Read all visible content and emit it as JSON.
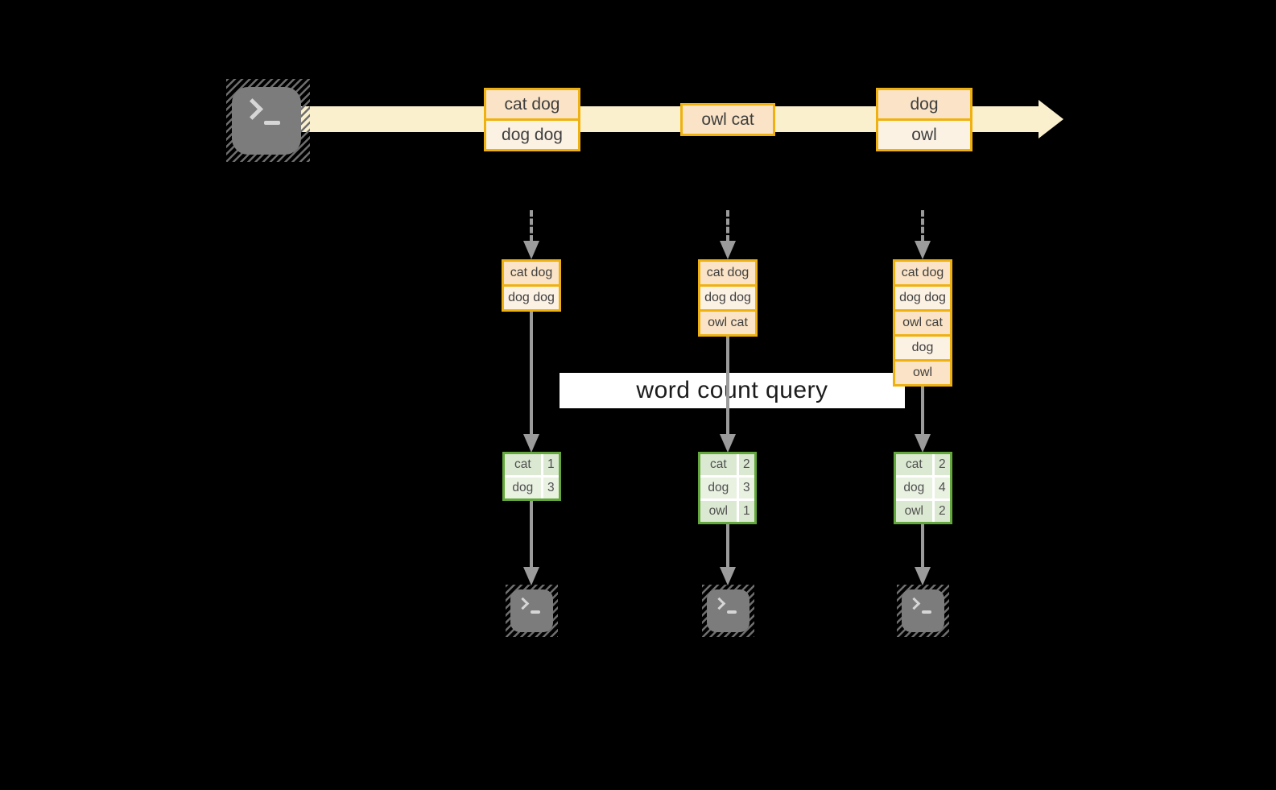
{
  "title": "word count query",
  "stream": {
    "source_icon": "terminal-icon",
    "records": [
      {
        "cells": [
          "cat dog",
          "dog dog"
        ]
      },
      {
        "cells": [
          "owl cat"
        ]
      },
      {
        "cells": [
          "dog",
          "owl"
        ]
      }
    ]
  },
  "columns": [
    {
      "state_cells": [
        "cat dog",
        "dog dog"
      ],
      "count_rows": [
        {
          "word": "cat",
          "count": "1"
        },
        {
          "word": "dog",
          "count": "3"
        }
      ],
      "sink_icon": "terminal-icon"
    },
    {
      "state_cells": [
        "cat dog",
        "dog dog",
        "owl cat"
      ],
      "count_rows": [
        {
          "word": "cat",
          "count": "2"
        },
        {
          "word": "dog",
          "count": "3"
        },
        {
          "word": "owl",
          "count": "1"
        }
      ],
      "sink_icon": "terminal-icon"
    },
    {
      "state_cells": [
        "cat dog",
        "dog dog",
        "owl cat",
        "dog",
        "owl"
      ],
      "count_rows": [
        {
          "word": "cat",
          "count": "2"
        },
        {
          "word": "dog",
          "count": "4"
        },
        {
          "word": "owl",
          "count": "2"
        }
      ],
      "sink_icon": "terminal-icon"
    }
  ],
  "colors": {
    "background": "#000000",
    "stream_band": "#fbf0ce",
    "orange_border": "#efb110",
    "cell_peach": "#fae3c6",
    "cell_cream": "#fcf2e4",
    "green_border": "#63a83c",
    "cell_green_dark": "#dce9d2",
    "cell_green_light": "#e9f1e1",
    "arrow_gray": "#9b9b9b",
    "terminal_gray": "#7c7c7c",
    "label_bg": "#ffffff"
  }
}
